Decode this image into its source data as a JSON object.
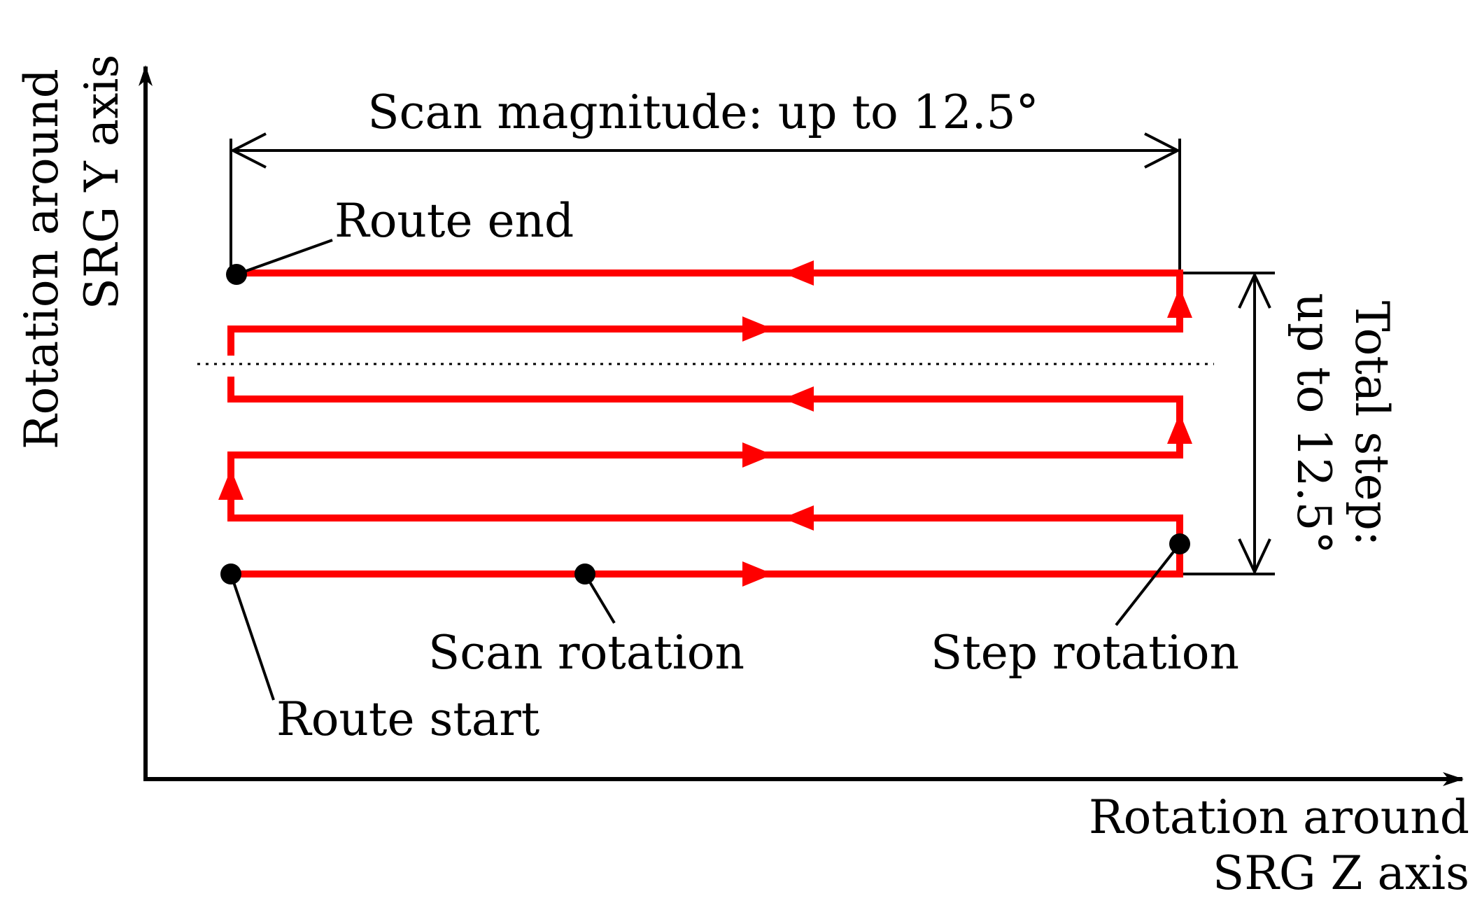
{
  "diagram": {
    "y_axis_label_line1": "Rotation around",
    "y_axis_label_line2": "SRG Y axis",
    "x_axis_label_line1": "Rotation around",
    "x_axis_label_line2": "SRG Z axis",
    "scan_magnitude_label": "Scan magnitude: up to 12.5°",
    "total_step_label_line1": "Total step:",
    "total_step_label_line2": "up to 12.5°",
    "route_end_label": "Route end",
    "route_start_label": "Route start",
    "scan_rotation_label": "Scan rotation",
    "step_rotation_label": "Step rotation"
  },
  "colors": {
    "route": "#ff0000",
    "ink": "#000000",
    "background": "#ffffff"
  }
}
